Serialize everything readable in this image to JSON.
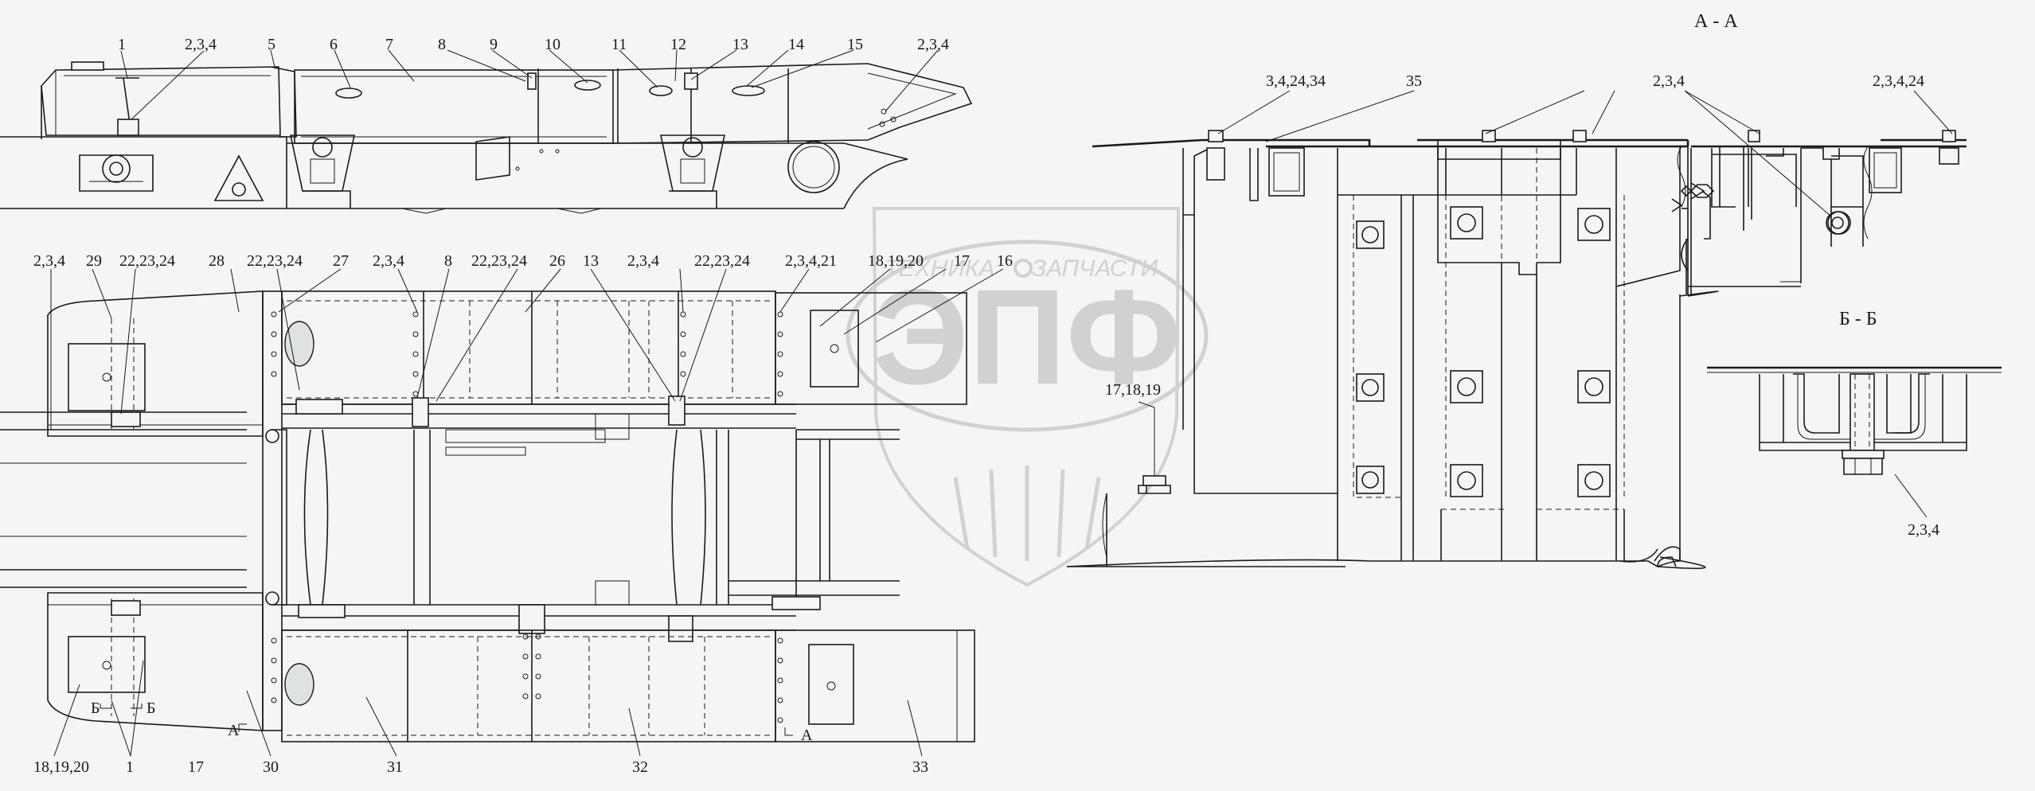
{
  "watermark": {
    "brand_letters": "ЭПФ",
    "top_left_word": "ТЕХНИКА",
    "top_right_word": "ЗАПЧАСТИ"
  },
  "sections": {
    "aa": "А - А",
    "bb": "Б - Б"
  },
  "section_marks": {
    "b_left": "Б",
    "b_right": "Б",
    "a_left": "А",
    "a_right": "А"
  },
  "labels": {
    "top_view": [
      "1",
      "2,3,4",
      "5",
      "6",
      "7",
      "8",
      "9",
      "10",
      "11",
      "12",
      "13",
      "14",
      "15",
      "2,3,4"
    ],
    "plan_top": [
      "2,3,4",
      "29",
      "22,23,24",
      "28",
      "22,23,24",
      "27",
      "2,3,4",
      "8",
      "22,23,24",
      "26",
      "13",
      "2,3,4",
      "22,23,24",
      "2,3,4,21",
      "18,19,20",
      "17",
      "16"
    ],
    "plan_mid": [
      "17,18,19"
    ],
    "plan_bottom": [
      "18,19,20",
      "1",
      "17",
      "30",
      "31",
      "32",
      "33"
    ],
    "section_aa": [
      "3,4,24,34",
      "35",
      "2,3,4",
      "2,3,4,24"
    ],
    "section_bb": [
      "2,3,4"
    ]
  },
  "colors": {
    "line": "#1a1a1a",
    "paper": "#f4f6f3",
    "watermark": "#c9ccc9"
  }
}
